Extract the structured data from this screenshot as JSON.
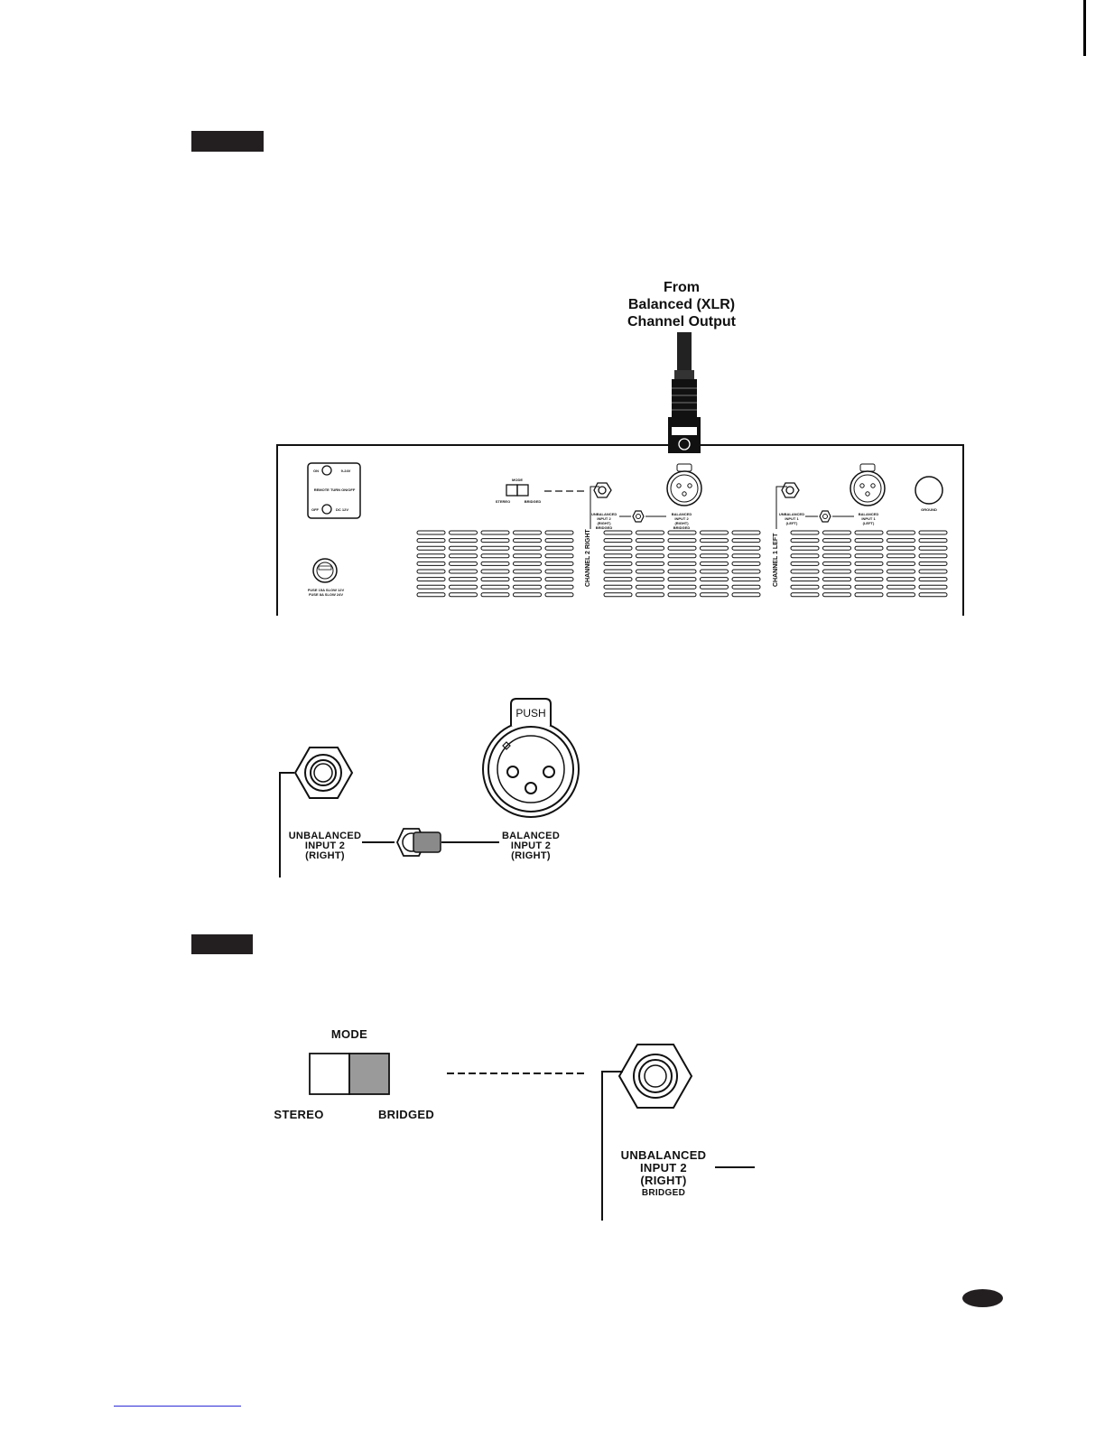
{
  "colors": {
    "ink": "#231f20",
    "switch_fill": "#9a9a9a",
    "link": "#2b2bd6"
  },
  "caption": {
    "xlr_source": "From\nBalanced (XLR)\nChannel Output"
  },
  "panel": {
    "power_led_on": "ON",
    "power_voltage_top": "9-24V",
    "remote_turn_on": "REMOTE TURN ON/OFF",
    "power_led_off": "OFF",
    "power_voltage_bottom": "DC 12V",
    "fuse_label": "FUSE 15A SLOW 12V\nFUSE 8A SLOW 24V",
    "mode_label": "MODE",
    "mode_stereo": "STEREO",
    "mode_bridged": "BRIDGED",
    "ch2_unbalanced": "UNBALANCED\nINPUT 2\n(RIGHT)\nBRIDGED",
    "ch2_balanced": "BALANCED\nINPUT 2\n(RIGHT)\nBRIDGED",
    "ch1_unbalanced": "UNBALANCED\nINPUT 1\n(LEFT)",
    "ch1_balanced": "BALANCED\nINPUT 1\n(LEFT)",
    "ground": "GROUND",
    "channel2": "CHANNEL 2 RIGHT",
    "channel1": "CHANNEL 1 LEFT"
  },
  "detail_inputs": {
    "unbalanced": "UNBALANCED\nINPUT  2\n(RIGHT)",
    "balanced": "BALANCED\nINPUT  2\n(RIGHT)",
    "push": "PUSH"
  },
  "detail_mode": {
    "mode": "MODE",
    "stereo": "STEREO",
    "bridged": "BRIDGED",
    "unbalanced": "UNBALANCED\nINPUT  2\n(RIGHT)",
    "bridged_small": "BRIDGED"
  }
}
